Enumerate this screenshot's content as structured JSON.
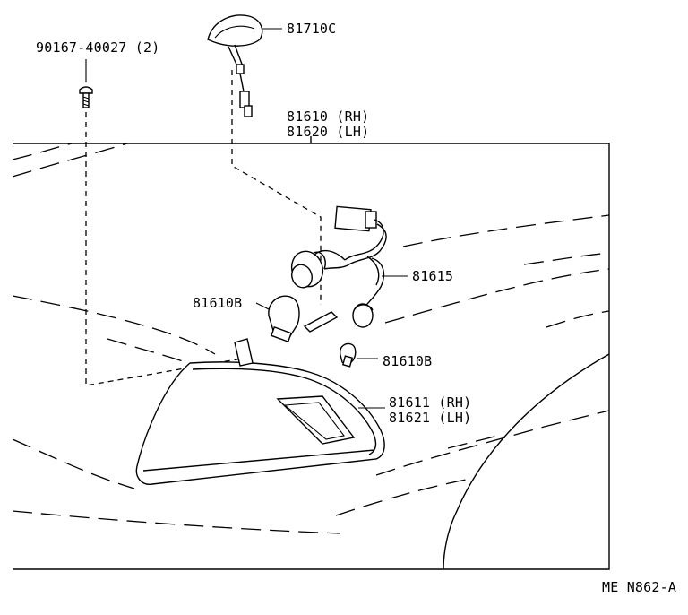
{
  "labels": {
    "bolt": "90167-40027 (2)",
    "marker_lamp": "81710C",
    "lamp_assy_rh": "81610 (RH)",
    "lamp_assy_lh": "81620 (LH)",
    "socket_wire": "81615",
    "bulb_large": "81610B",
    "bulb_small": "81610B",
    "lens_rh": "81611 (RH)",
    "lens_lh": "81621 (LH)",
    "figure_code": "ME N862-A"
  },
  "icons": {
    "bolt": "bolt-icon",
    "marker_lamp": "side-marker-lamp-icon",
    "socket": "socket-wire-icon",
    "bulb": "bulb-icon",
    "lens": "lamp-lens-icon",
    "car_body": "car-body-outline"
  }
}
